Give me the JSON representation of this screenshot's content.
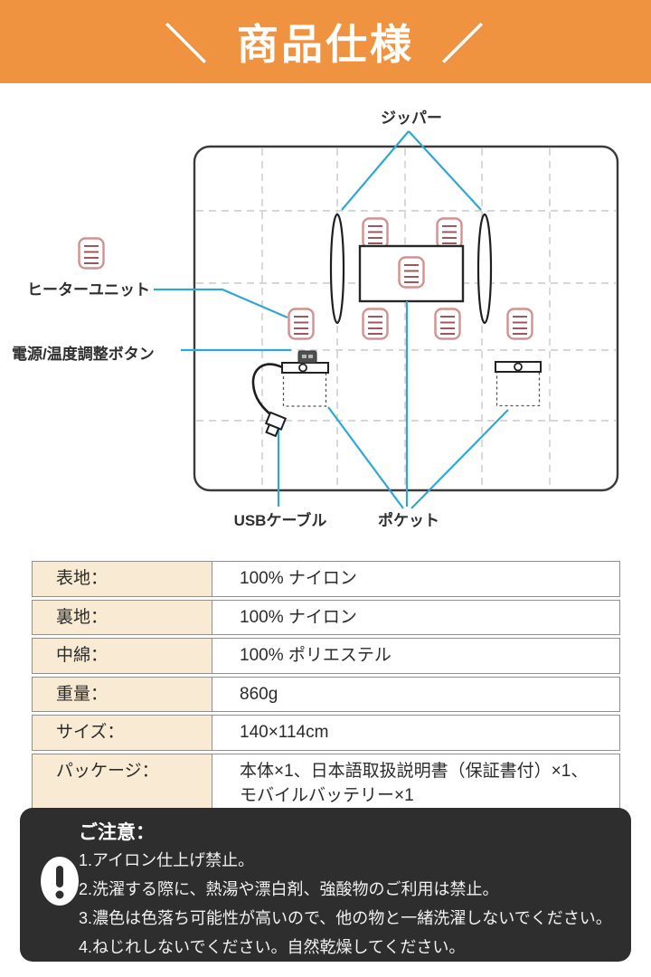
{
  "banner": {
    "title": "＼ 商品仕様 ／",
    "bg_color": "#ef9340",
    "text_color": "#ffffff"
  },
  "diagram": {
    "labels": {
      "zipper": "ジッパー",
      "heater_unit": "ヒーターユニット",
      "power_button": "電源/温度調整ボタン",
      "usb_cable": "USBケーブル",
      "pocket": "ポケット"
    },
    "heater_unit_count": 7,
    "accent_color": "#2ea7d3",
    "heater_icon_border_color": "#d2908f",
    "heater_icon_line_color": "#9c585d"
  },
  "specs": {
    "rows": [
      {
        "label": "表地：",
        "value": "100% ナイロン"
      },
      {
        "label": "裏地：",
        "value": "100% ナイロン"
      },
      {
        "label": "中綿：",
        "value": "100% ポリエステル"
      },
      {
        "label": "重量：",
        "value": "860g"
      },
      {
        "label": "サイズ：",
        "value": "140×114cm"
      },
      {
        "label": "パッケージ：",
        "value": "本体×1、日本語取扱説明書（保証書付）×1、\nモバイルバッテリー×1"
      }
    ],
    "label_bg_color": "#f9ead3"
  },
  "caution": {
    "heading": "ご注意：",
    "items": [
      "1.アイロン仕上げ禁止。",
      "2.洗濯する際に、熱湯や漂白剤、強酸物のご利用は禁止。",
      "3.濃色は色落ち可能性が高いので、他の物と一緒洗濯しないでください。",
      "4.ねじれしないでください。自然乾燥してください。"
    ],
    "bg_color": "#2e2e2e"
  }
}
